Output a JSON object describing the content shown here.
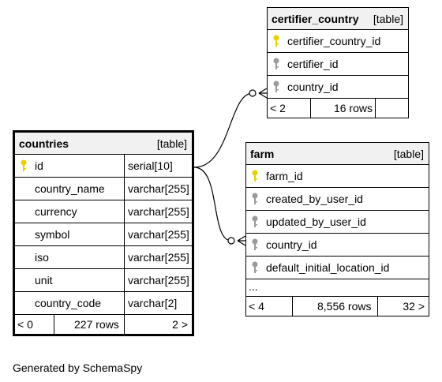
{
  "tables": {
    "certifier_country": {
      "name": "certifier_country",
      "kind": "[table]",
      "columns": [
        {
          "name": "certifier_country_id",
          "pk": true
        },
        {
          "name": "certifier_id",
          "pk": false
        },
        {
          "name": "country_id",
          "pk": false
        }
      ],
      "footer": {
        "parents": "< 2",
        "rows": "16 rows"
      }
    },
    "countries": {
      "name": "countries",
      "kind": "[table]",
      "columns": [
        {
          "name": "id",
          "type": "serial[10]",
          "pk": true
        },
        {
          "name": "country_name",
          "type": "varchar[255]",
          "pk": false
        },
        {
          "name": "currency",
          "type": "varchar[255]",
          "pk": false
        },
        {
          "name": "symbol",
          "type": "varchar[255]",
          "pk": false
        },
        {
          "name": "iso",
          "type": "varchar[255]",
          "pk": false
        },
        {
          "name": "unit",
          "type": "varchar[255]",
          "pk": false
        },
        {
          "name": "country_code",
          "type": "varchar[2]",
          "pk": false
        }
      ],
      "footer": {
        "parents": "< 0",
        "rows": "227 rows",
        "children": "2 >"
      }
    },
    "farm": {
      "name": "farm",
      "kind": "[table]",
      "columns": [
        {
          "name": "farm_id",
          "pk": true
        },
        {
          "name": "created_by_user_id",
          "pk": false
        },
        {
          "name": "updated_by_user_id",
          "pk": false
        },
        {
          "name": "country_id",
          "pk": false
        },
        {
          "name": "default_initial_location_id",
          "pk": false
        }
      ],
      "more": "...",
      "footer": {
        "parents": "< 4",
        "rows": "8,556 rows",
        "children": "32 >"
      }
    }
  },
  "colors": {
    "pk_key": "#e8d000",
    "fk_key": "#9a9a9a",
    "header_bg": "#f1f1f1"
  },
  "credit": "Generated by SchemaSpy"
}
